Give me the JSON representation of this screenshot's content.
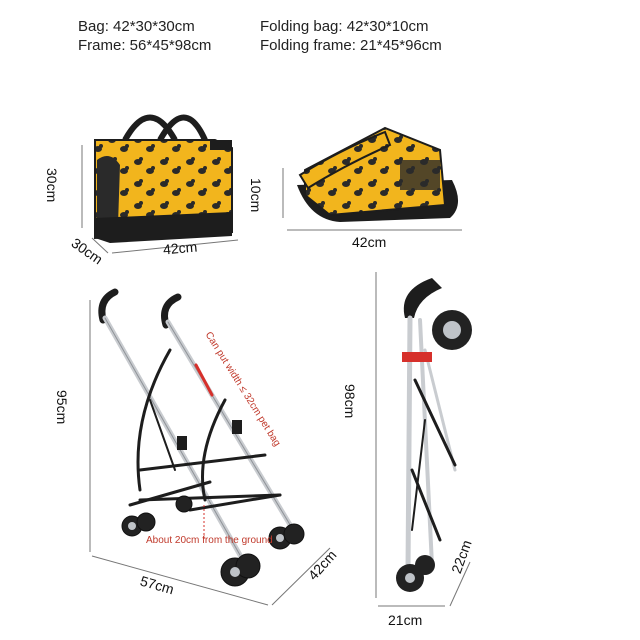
{
  "specs": {
    "bag": "Bag: 42*30*30cm",
    "folding_bag": "Folding bag: 42*30*10cm",
    "frame": "Frame: 56*45*98cm",
    "folding_frame": "Folding frame: 21*45*96cm"
  },
  "bag_dims": {
    "height": "30cm",
    "depth": "30cm",
    "width": "42cm"
  },
  "folded_bag_dims": {
    "height": "10cm",
    "width": "42cm"
  },
  "stroller_dims": {
    "height": "95cm",
    "length": "57cm",
    "width": "42cm"
  },
  "folded_stroller_dims": {
    "height": "98cm",
    "width": "21cm",
    "depth": "22cm"
  },
  "notes": {
    "bag_width": "Can put width ≤ 32cm pet bag",
    "ground": "About 20cm from the ground"
  },
  "colors": {
    "bag_yellow": "#f2b51d",
    "bag_black": "#1d1d1d",
    "frame_silver": "#c9ccd0",
    "accent_red": "#d6302b"
  }
}
